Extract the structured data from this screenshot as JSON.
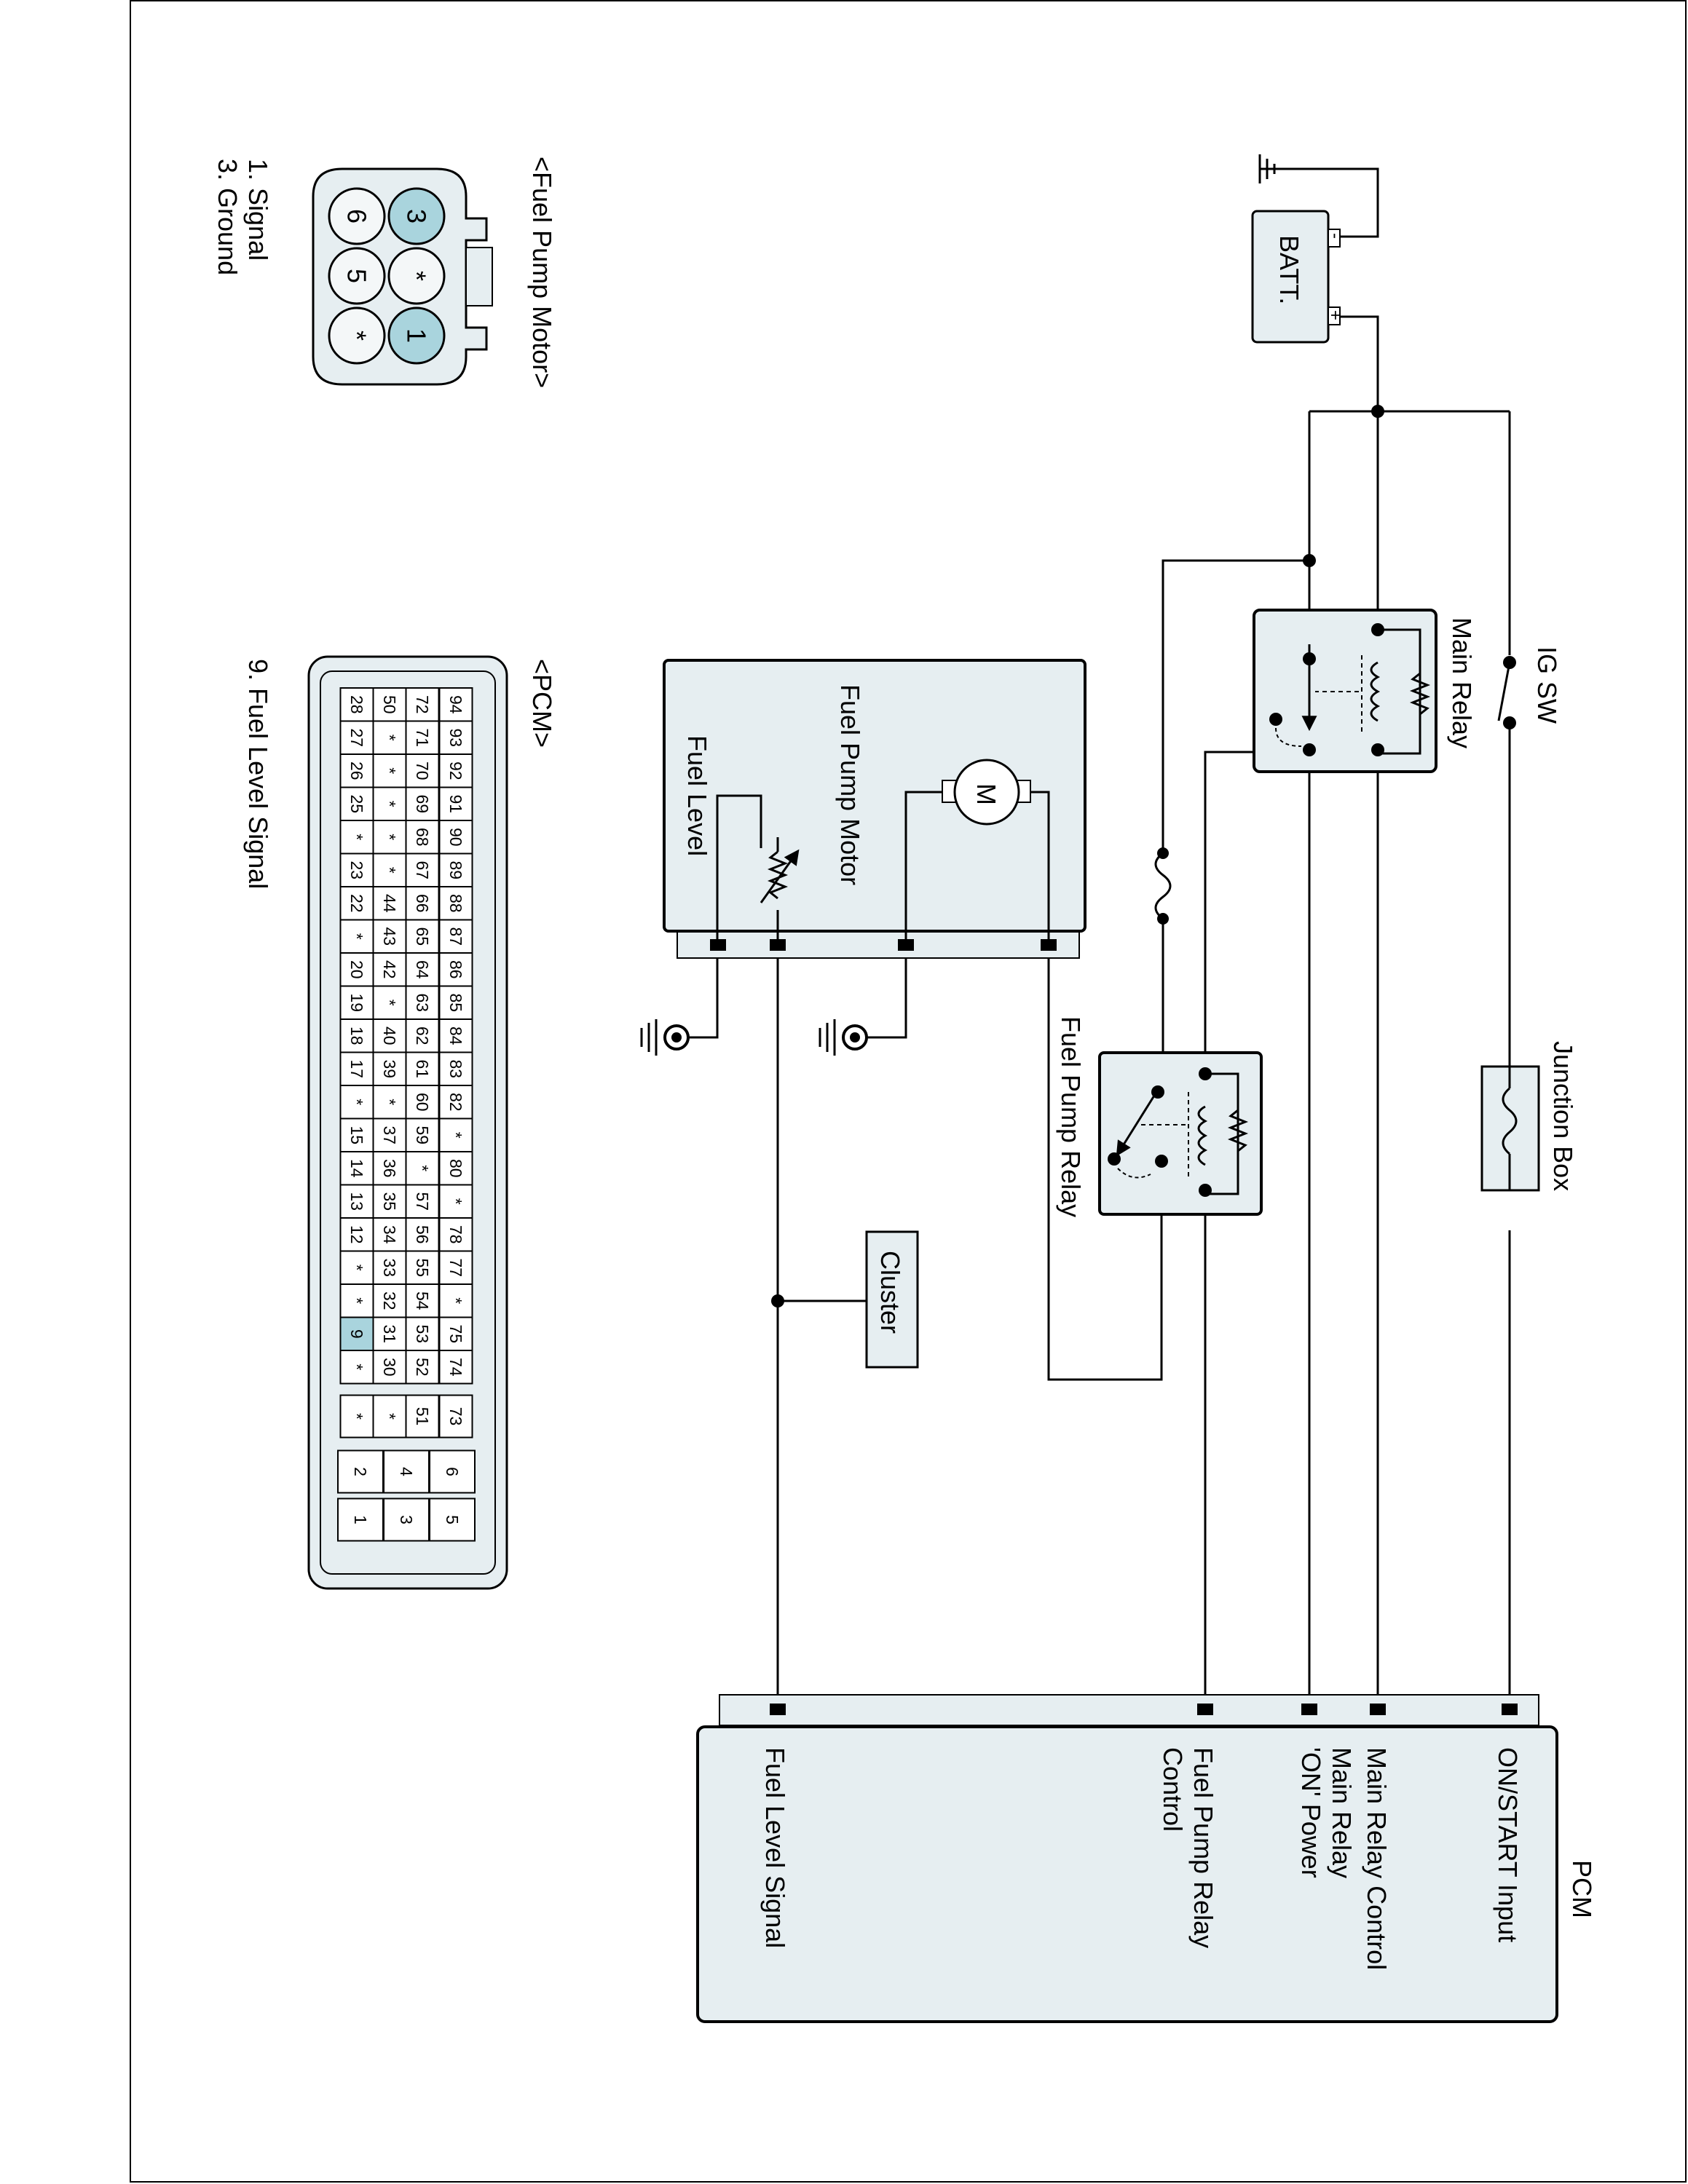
{
  "labels": {
    "batt": "BATT.",
    "batt_minus": "-",
    "batt_plus": "+",
    "ig_sw": "IG SW",
    "main_relay": "Main Relay",
    "junction_box": "Junction Box",
    "fuel_pump_relay": "Fuel Pump Relay",
    "fuel_pump_motor": "Fuel Pump Motor",
    "motor_symbol": "M",
    "fuel_level": "Fuel Level",
    "cluster": "Cluster",
    "pcm": "PCM"
  },
  "pcm_pins": {
    "on_start": "ON/START Input",
    "main_relay_control": "Main Relay Control",
    "main_relay_on_power_1": "Main Relay",
    "main_relay_on_power_2": "'ON' Power",
    "fuel_pump_relay_control_1": "Fuel Pump Relay",
    "fuel_pump_relay_control_2": "Control",
    "fuel_level_signal": "Fuel Level Signal"
  },
  "fuel_pump_connector": {
    "title": "<Fuel Pump Motor>",
    "pins_top": [
      "3",
      "*",
      "1"
    ],
    "pins_bottom": [
      "6",
      "5",
      "*"
    ],
    "highlighted": [
      "3",
      "1"
    ],
    "legend": [
      "1. Signal",
      "3. Ground"
    ]
  },
  "pcm_connector": {
    "title": "<PCM>",
    "rows": [
      [
        "94",
        "93",
        "92",
        "91",
        "90",
        "89",
        "88",
        "87",
        "86",
        "85",
        "84",
        "83",
        "82",
        "*",
        "80",
        "*",
        "78",
        "77",
        "*",
        "75",
        "74"
      ],
      [
        "72",
        "71",
        "70",
        "69",
        "68",
        "67",
        "66",
        "65",
        "64",
        "63",
        "62",
        "61",
        "60",
        "59",
        "*",
        "57",
        "56",
        "55",
        "54",
        "53",
        "52"
      ],
      [
        "50",
        "*",
        "*",
        "*",
        "*",
        "*",
        "44",
        "43",
        "42",
        "*",
        "40",
        "39",
        "*",
        "37",
        "36",
        "35",
        "34",
        "33",
        "32",
        "31",
        "30"
      ],
      [
        "28",
        "27",
        "26",
        "25",
        "*",
        "23",
        "22",
        "*",
        "20",
        "19",
        "18",
        "17",
        "*",
        "15",
        "14",
        "13",
        "12",
        "*",
        "*",
        "9",
        "*"
      ]
    ],
    "extra_col": [
      "73",
      "51",
      "*",
      "*"
    ],
    "small_cols": [
      [
        "6",
        "4",
        "2"
      ],
      [
        "5",
        "3",
        "1"
      ]
    ],
    "highlighted": [
      "9"
    ],
    "legend": [
      "9. Fuel Level Signal"
    ]
  },
  "colors": {
    "line": "#000000",
    "component_fill": "#e6eef1",
    "highlight": "#a9d4dd"
  }
}
